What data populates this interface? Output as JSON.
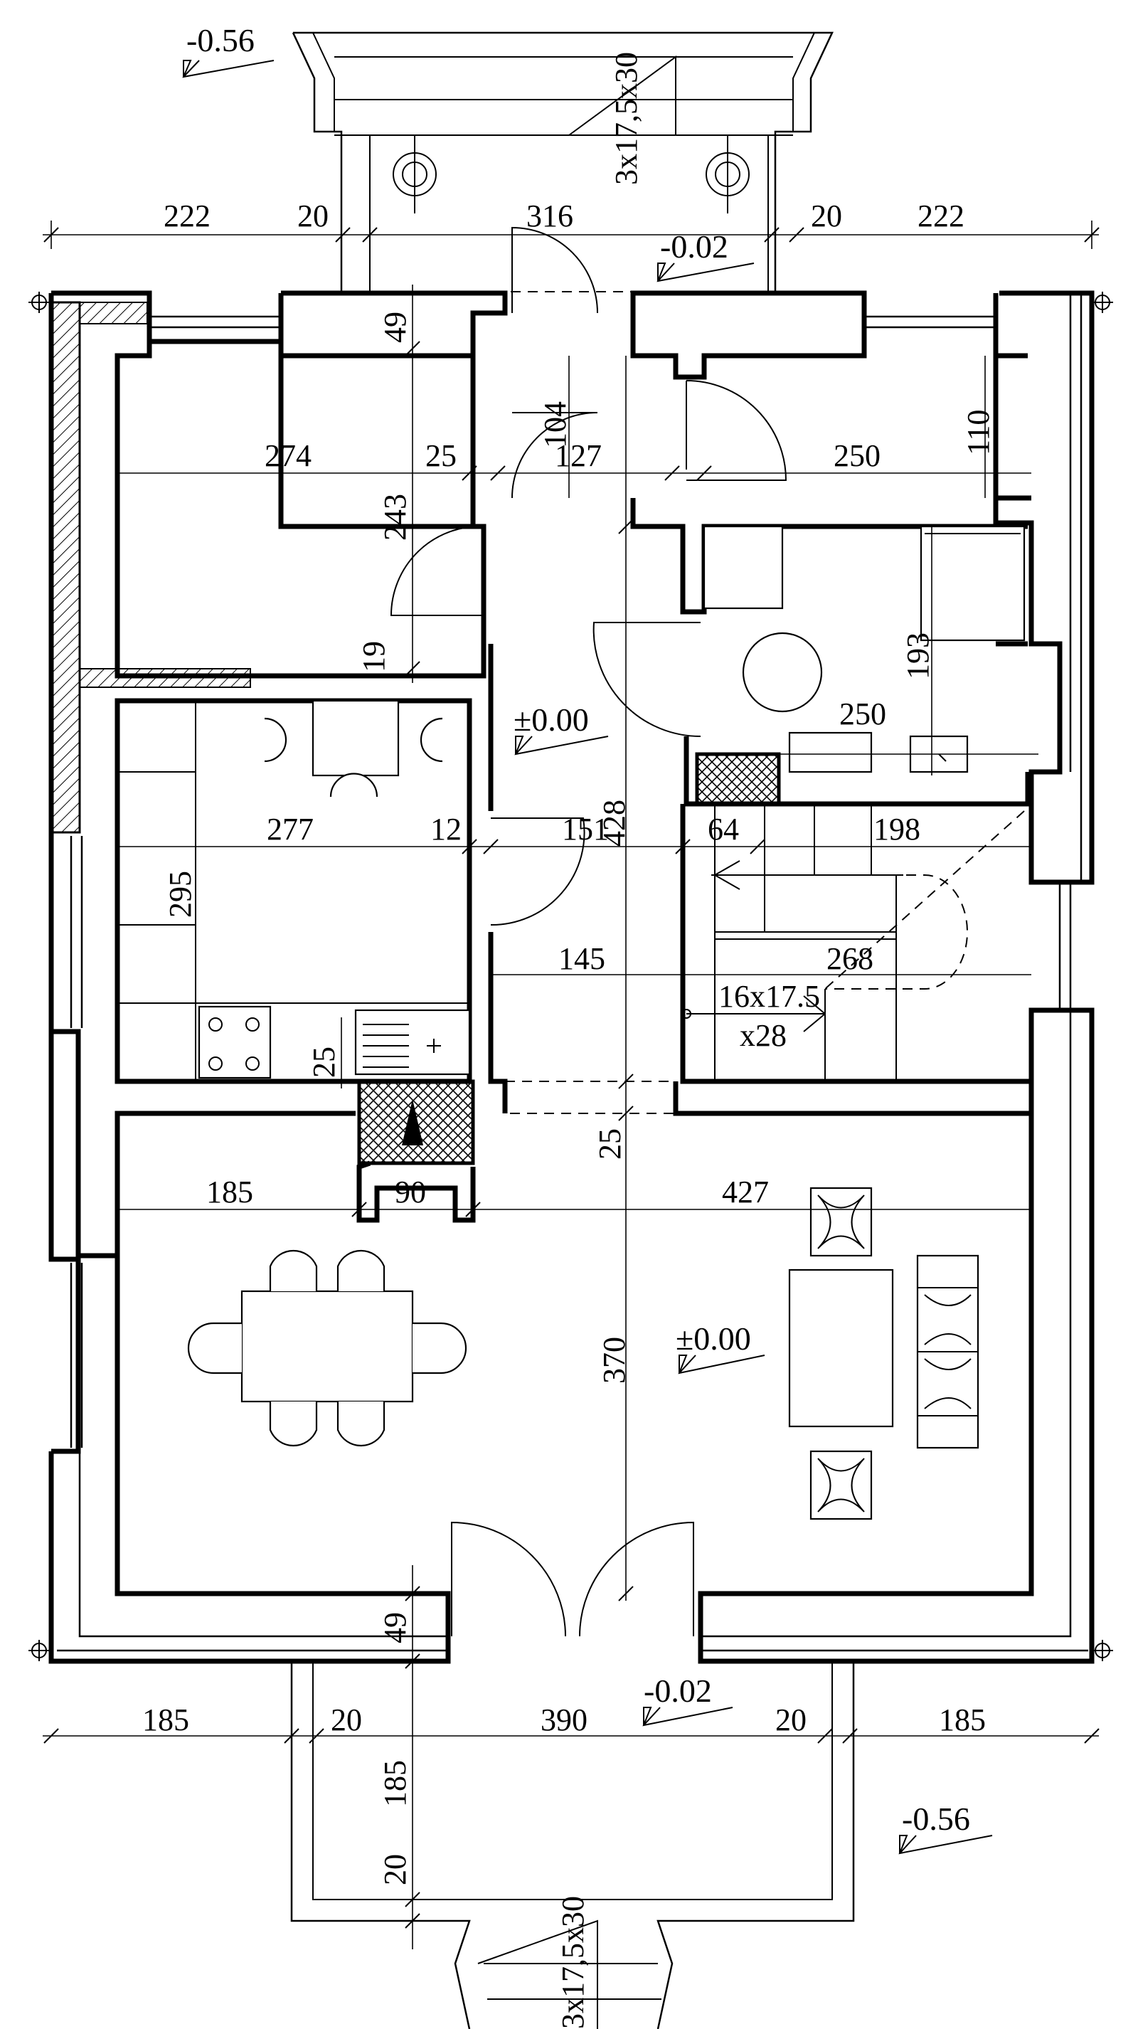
{
  "plan": {
    "levels": [
      {
        "id": "lvl-top-stairs",
        "text": "-0.56"
      },
      {
        "id": "lvl-entrance-top",
        "text": "-0.02"
      },
      {
        "id": "lvl-hall",
        "text": "±0.00"
      },
      {
        "id": "lvl-living",
        "text": "±0.00"
      },
      {
        "id": "lvl-terrace",
        "text": "-0.02"
      },
      {
        "id": "lvl-bottom-stairs",
        "text": "-0.56"
      }
    ],
    "stair_labels": {
      "top": "3x17,5x30",
      "bottom": "3x17,5x30",
      "main_1": "16x17.5",
      "main_2": "x28"
    },
    "top_dims": [
      "222",
      "20",
      "316",
      "20",
      "222"
    ],
    "bottom_dims": [
      "185",
      "20",
      "390",
      "20",
      "185"
    ],
    "room_dims": {
      "bed_width": "274",
      "bed_wall": "25",
      "hall_width": "127",
      "bath_width": "250",
      "bath_depth": "110",
      "wall_49_top": "49",
      "hall_depth": "104",
      "bed_depth": "243",
      "wall_19": "19",
      "wc_depth": "193",
      "wc_width": "250",
      "corridor": "428",
      "kitchen_width": "277",
      "kitchen_wall": "12",
      "hall_151": "151",
      "stair_64": "64",
      "stair_198": "198",
      "kitchen_depth": "295",
      "hall_145": "145",
      "stair_268": "268",
      "wall_25_kitchen": "25",
      "wall_25_center": "25",
      "living_185": "185",
      "fireplace_90": "90",
      "living_427": "427",
      "living_depth": "370",
      "wall_49_bottom": "49",
      "terrace_185": "185",
      "terrace_20": "20"
    }
  }
}
